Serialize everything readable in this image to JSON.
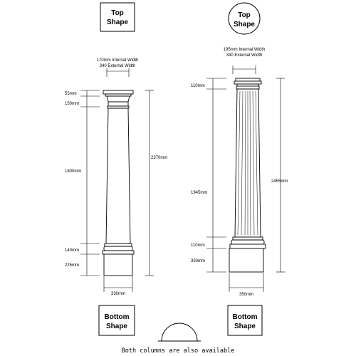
{
  "shape_boxes": {
    "top_left_line1": "Top",
    "top_left_line2": "Shape",
    "top_right_line1": "Top",
    "top_right_line2": "Shape",
    "bottom_left_line1": "Bottom",
    "bottom_left_line2": "Shape",
    "bottom_right_line1": "Bottom",
    "bottom_right_line2": "Shape"
  },
  "left_column": {
    "width_line1": "170mm Internal Width",
    "width_line2": "340 External Width",
    "dim_cap": "55mm",
    "dim_neck": "150mm",
    "dim_shaft": "1800mm",
    "dim_base_moulding": "140mm",
    "dim_plinth": "225mm",
    "dim_total": "2370mm",
    "dim_base_width": "330mm"
  },
  "right_column": {
    "width_line1": "195mm Internal Width",
    "width_line2": "340 External Width",
    "dim_cap": "110mm",
    "dim_shaft": "1945mm",
    "dim_base_moulding": "110mm",
    "dim_plinth": "330mm",
    "dim_total": "2455mm",
    "dim_base_width": "350mm"
  },
  "footer": {
    "note": "Both columns are also available"
  }
}
